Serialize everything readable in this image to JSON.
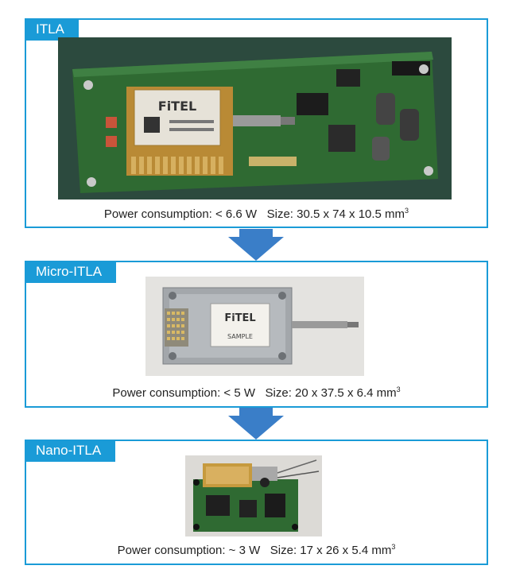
{
  "panels": [
    {
      "label": "ITLA",
      "power": "Power consumption: < 6.6 W",
      "size": "Size: 30.5 x 74 x 10.5 mm",
      "size_sup": "3",
      "photo_text": {
        "logo": "FiTEL"
      }
    },
    {
      "label": "Micro-ITLA",
      "power": "Power consumption: < 5 W",
      "size": "Size: 20 x 37.5 x 6.4 mm",
      "size_sup": "3",
      "photo_text": {
        "logo": "FiTEL",
        "sample": "SAMPLE"
      }
    },
    {
      "label": "Nano-ITLA",
      "power": "Power consumption: ~ 3 W",
      "size": "Size: 17 x 26 x 5.4 mm",
      "size_sup": "3"
    }
  ],
  "colors": {
    "accent": "#1a9bd7",
    "arrow": "#3a7ec8",
    "pcb_green": "#2f6a32"
  }
}
